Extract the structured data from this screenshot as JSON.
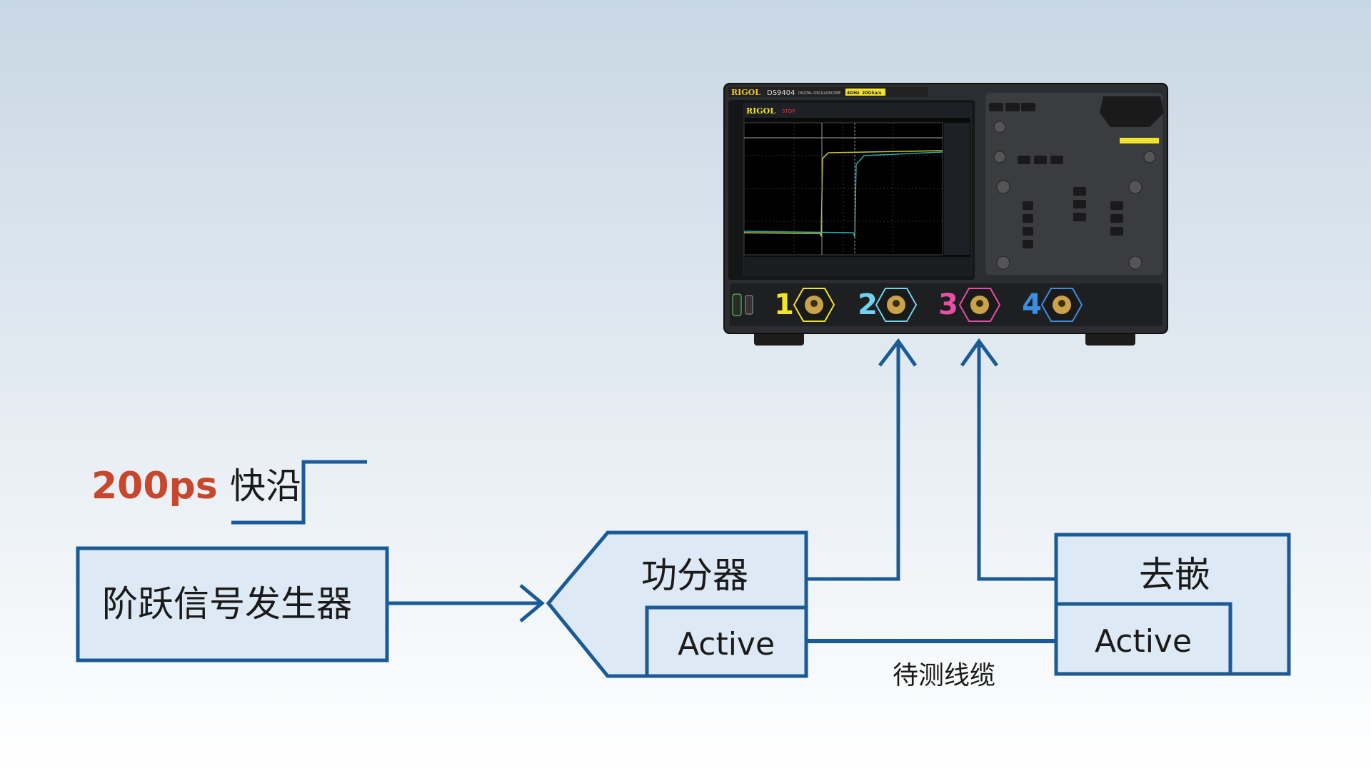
{
  "colors": {
    "line": "#1a5a96",
    "box_fill": "#dde9f4",
    "accent": "#c8462c",
    "text": "#1a1a1a"
  },
  "edge_label": {
    "value": "200ps",
    "suffix": "快沿"
  },
  "generator": {
    "label": "阶跃信号发生器"
  },
  "splitter": {
    "label": "功分器",
    "sub": "Active"
  },
  "deembed": {
    "label": "去嵌",
    "sub": "Active"
  },
  "cable": {
    "label": "待测线缆"
  },
  "scope": {
    "brand": "RIGOL",
    "model": "DS9404",
    "type": "DIGITAL OSCILLOSCOPE",
    "bandwidth": "4GHz",
    "sample_rate": "20GSa/s",
    "screen_brand": "RIGOL",
    "screen_status": "STOP",
    "channels": [
      "1",
      "2",
      "3",
      "4"
    ],
    "channel_colors": [
      "#f2e32b",
      "#6fd3f0",
      "#e94fa6",
      "#3c8ee0"
    ]
  }
}
